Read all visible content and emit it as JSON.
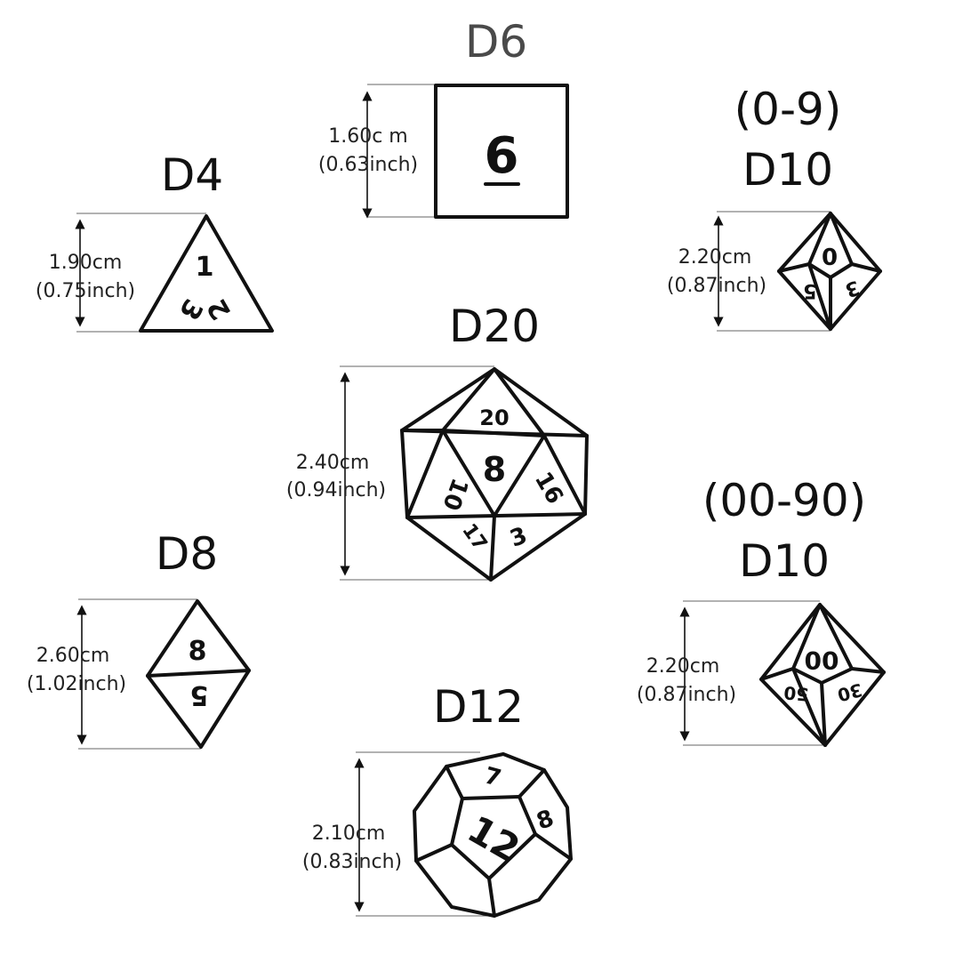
{
  "dice": {
    "d6": {
      "title": "D6",
      "size_cm": "1.60c m",
      "size_inch": "(0.63inch)",
      "faces": [
        "6"
      ]
    },
    "d4": {
      "title": "D4",
      "size_cm": "1.90cm",
      "size_inch": "(0.75inch)",
      "faces": [
        "1",
        "3",
        "2"
      ]
    },
    "d10": {
      "range": "(0-9)",
      "title": "D10",
      "size_cm": "2.20cm",
      "size_inch": "(0.87inch)",
      "faces": [
        "0",
        "5",
        "3"
      ]
    },
    "d20": {
      "title": "D20",
      "size_cm": "2.40cm",
      "size_inch": "(0.94inch)",
      "faces": [
        "20",
        "8",
        "10",
        "16",
        "17",
        "3"
      ]
    },
    "d8": {
      "title": "D8",
      "size_cm": "2.60cm",
      "size_inch": "(1.02inch)",
      "faces": [
        "8",
        "5"
      ]
    },
    "d100": {
      "range": "(00-90)",
      "title": "D10",
      "size_cm": "2.20cm",
      "size_inch": "(0.87inch)",
      "faces": [
        "00",
        "50",
        "30"
      ]
    },
    "d12": {
      "title": "D12",
      "size_cm": "2.10cm",
      "size_inch": "(0.83inch)",
      "faces": [
        "7",
        "12",
        "8"
      ]
    }
  }
}
